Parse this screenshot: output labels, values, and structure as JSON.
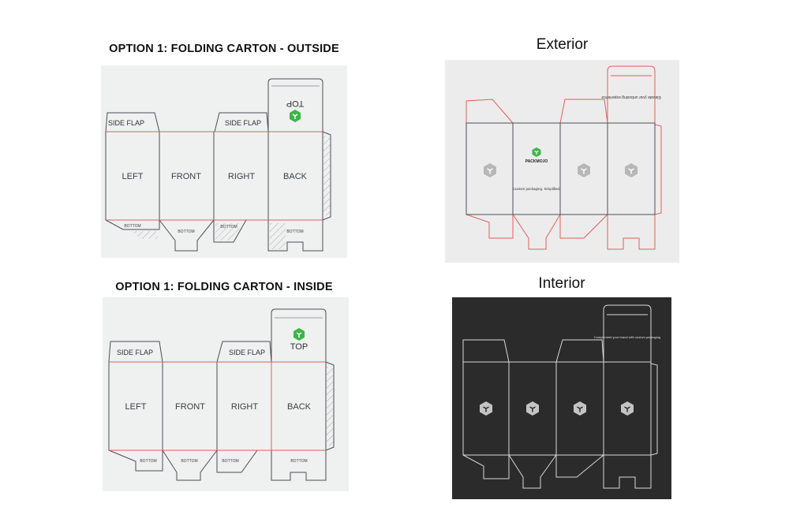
{
  "outside": {
    "heading": "OPTION 1: FOLDING CARTON - OUTSIDE",
    "side_flap_left": "SIDE FLAP",
    "side_flap_right": "SIDE FLAP",
    "panel_left": "LEFT",
    "panel_front": "FRONT",
    "panel_right": "RIGHT",
    "panel_back": "BACK",
    "top_label": "TOP",
    "bottom_1": "BOTTOM",
    "bottom_2": "BOTTOM",
    "bottom_3": "BOTTOM",
    "bottom_4": "BOTTOM"
  },
  "inside": {
    "heading": "OPTION 1: FOLDING CARTON - INSIDE",
    "side_flap_left": "SIDE FLAP",
    "side_flap_right": "SIDE FLAP",
    "panel_left": "LEFT",
    "panel_front": "FRONT",
    "panel_right": "RIGHT",
    "panel_back": "BACK",
    "top_label": "TOP",
    "bottom_1": "BOTTOM",
    "bottom_2": "BOTTOM",
    "bottom_3": "BOTTOM",
    "bottom_4": "BOTTOM"
  },
  "exterior": {
    "title": "Exterior",
    "brand": "PACKMOJO",
    "front_text": "Custom packaging. Simplified.",
    "top_text": "Elevate your unboxing experience"
  },
  "interior": {
    "title": "Interior",
    "top_text": "Complement your brand with custom packaging"
  },
  "colors": {
    "panel_bg_light": "#eef1ef",
    "exterior_bg": "#ececec",
    "interior_bg": "#2b2b2b",
    "cut_line": "#4a4f57",
    "fold_line": "#e0605c",
    "brand_green": "#3db54a",
    "logo_gray": "#b7b7b7"
  }
}
